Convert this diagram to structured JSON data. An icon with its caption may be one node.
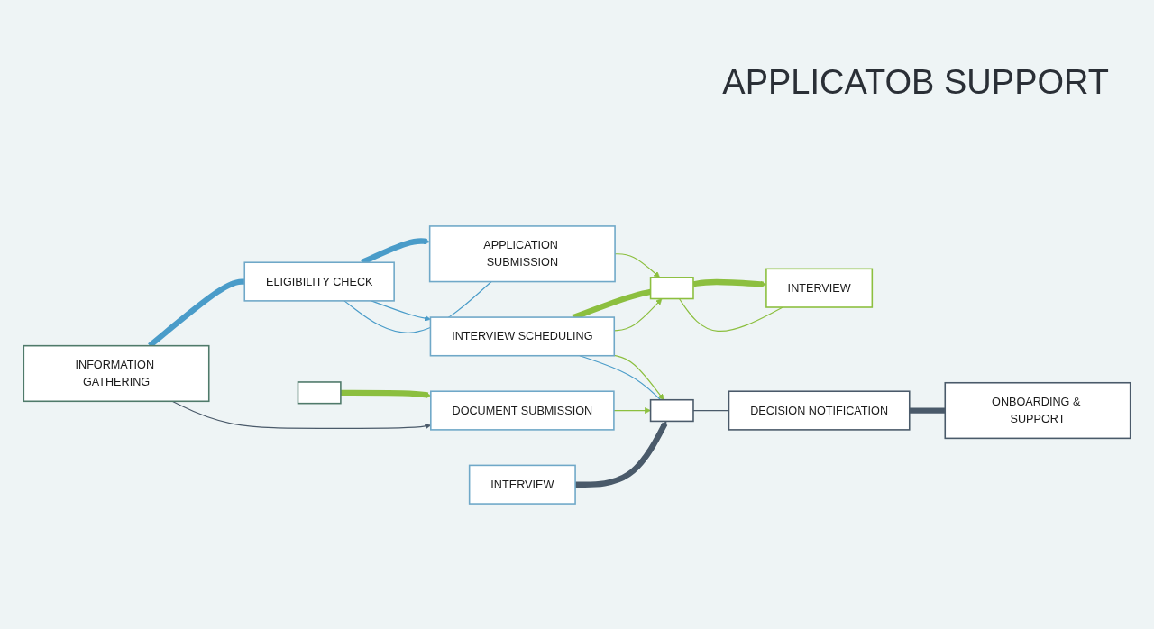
{
  "diagram": {
    "title": "APPLICATOB SUPPORT",
    "nodes": [
      {
        "text": [
          "INFORMATION GATHERING"
        ]
      },
      {
        "text": [
          "ELIGIBILITY CHECK"
        ]
      },
      {
        "text": [
          "APPLICATION SUBMISSION"
        ]
      },
      {
        "text": [],
        "shape": "box"
      },
      {
        "text": [
          "DOCUMENT SUBMISSION"
        ]
      },
      {
        "text": [
          "INTERVIEW SCHEDULING"
        ]
      },
      {
        "text": [],
        "shape": "box"
      },
      {
        "text": [
          "INTERVIEW"
        ]
      },
      {
        "text": [
          "INTERVIEW"
        ]
      },
      {
        "text": [],
        "shape": "box"
      },
      {
        "text": [
          "DECISION NOTIFICATION"
        ]
      },
      {
        "text": [
          "ONBOARDING & SUPPORT"
        ]
      }
    ],
    "edges": [
      {
        "from": 0,
        "to": 1,
        "arrow": "none",
        "style": "thick",
        "color": "#4a9cc9"
      },
      {
        "from": 1,
        "to": 2,
        "arrow": "to",
        "style": "thick",
        "color": "#4a9cc9"
      },
      {
        "from": 0,
        "to": 4,
        "arrow": "to",
        "color": "#4a5a6a"
      },
      {
        "from": 1,
        "to": 5,
        "arrow": "to",
        "color": "#4a9cc9"
      },
      {
        "from": 1,
        "to": 2,
        "arrow": "none",
        "color": "#4a9cc9"
      },
      {
        "from": 2,
        "to": 6,
        "arrow": "to"
      },
      {
        "from": 5,
        "to": 6,
        "arrow": "none",
        "style": "thick"
      },
      {
        "from": 5,
        "to": 6,
        "arrow": "to"
      },
      {
        "from": 3,
        "to": 4,
        "arrow": "to",
        "style": "thick"
      },
      {
        "from": 6,
        "to": 7,
        "arrow": "to",
        "style": "thick"
      },
      {
        "from": 7,
        "to": 6,
        "arrow": "none"
      },
      {
        "from": 4,
        "to": 9,
        "arrow": "to"
      },
      {
        "from": 5,
        "to": 9,
        "arrow": "to"
      },
      {
        "from": 5,
        "to": 9,
        "arrow": "none",
        "color": "#4a9cc9"
      },
      {
        "from": 8,
        "to": 9,
        "arrow": "to",
        "style": "thick",
        "color": "#4a5a6a"
      },
      {
        "from": 9,
        "to": 10,
        "arrow": "none",
        "color": "#4a5a6a"
      },
      {
        "from": 10,
        "to": 11,
        "arrow": "none",
        "style": "thick",
        "color": "#4a5a6a"
      }
    ]
  }
}
